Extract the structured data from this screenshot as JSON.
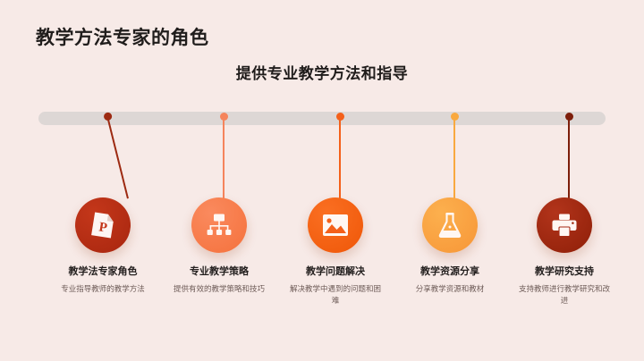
{
  "slide": {
    "background_color": "#f7eae7",
    "title": "教学方法专家的角色",
    "subtitle": "提供专业教学方法和指导"
  },
  "timeline": {
    "rail_color": "#ddd7d5",
    "nodes": [
      {
        "title": "教学法专家角色",
        "desc": "专业指导教师的教学方法",
        "icon": "file-presentation-icon",
        "color_start": "#c4371a",
        "color_end": "#a8260f",
        "dot_color": "#9d2a12"
      },
      {
        "title": "专业教学策略",
        "desc": "提供有效的教学策略和技巧",
        "icon": "hierarchy-sitemap-icon",
        "color_start": "#fa8a5e",
        "color_end": "#f5713c",
        "dot_color": "#f5845c"
      },
      {
        "title": "教学问题解决",
        "desc": "解决教学中遇到的问题和困难",
        "icon": "image-photo-icon",
        "color_start": "#fa6f22",
        "color_end": "#ef5708",
        "dot_color": "#f4601a"
      },
      {
        "title": "教学资源分享",
        "desc": "分享教学资源和教材",
        "icon": "flask-beaker-icon",
        "color_start": "#fcb04e",
        "color_end": "#f79637",
        "dot_color": "#f9a93f"
      },
      {
        "title": "教学研究支持",
        "desc": "支持教师进行教学研究和改进",
        "icon": "printer-icon",
        "color_start": "#b2341b",
        "color_end": "#8f1f08",
        "dot_color": "#7d1e0b"
      }
    ]
  }
}
